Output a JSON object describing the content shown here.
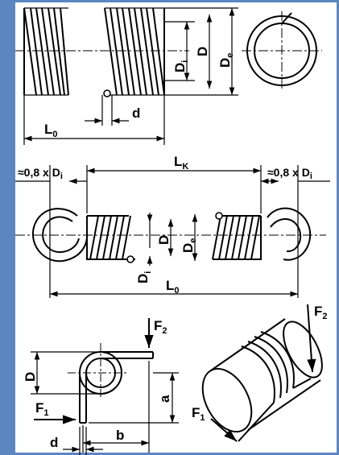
{
  "colors": {
    "frame": "#5b86bf",
    "paper": "#ffffff",
    "ink": "#000000"
  },
  "compression_spring": {
    "labels": {
      "inner_diameter": "D",
      "inner_diameter_sub": "i",
      "mean_diameter": "D",
      "outer_diameter": "D",
      "outer_diameter_sub": "e",
      "wire_diameter": "d",
      "free_length": "L",
      "free_length_sub": "0"
    }
  },
  "extension_spring": {
    "labels": {
      "hook_offset_left": "≈0,8 x D",
      "hook_offset_left_sub": "i",
      "hook_offset_right": "≈0,8 x D",
      "hook_offset_right_sub": "i",
      "body_length": "L",
      "body_length_sub": "K",
      "mean_diameter": "D",
      "outer_diameter": "D",
      "outer_diameter_sub": "e",
      "inner_diameter": "D",
      "inner_diameter_sub": "i",
      "free_length": "L",
      "free_length_sub": "0"
    }
  },
  "torsion_spring": {
    "labels": {
      "force_2": "F",
      "force_2_sub": "2",
      "force_1": "F",
      "force_1_sub": "1",
      "diameter": "D",
      "leg_a": "a",
      "leg_b": "b",
      "wire_d": "d"
    }
  },
  "torsion_spring_3d": {
    "labels": {
      "force_2": "F",
      "force_2_sub": "2",
      "force_1": "F",
      "force_1_sub": "1"
    }
  }
}
